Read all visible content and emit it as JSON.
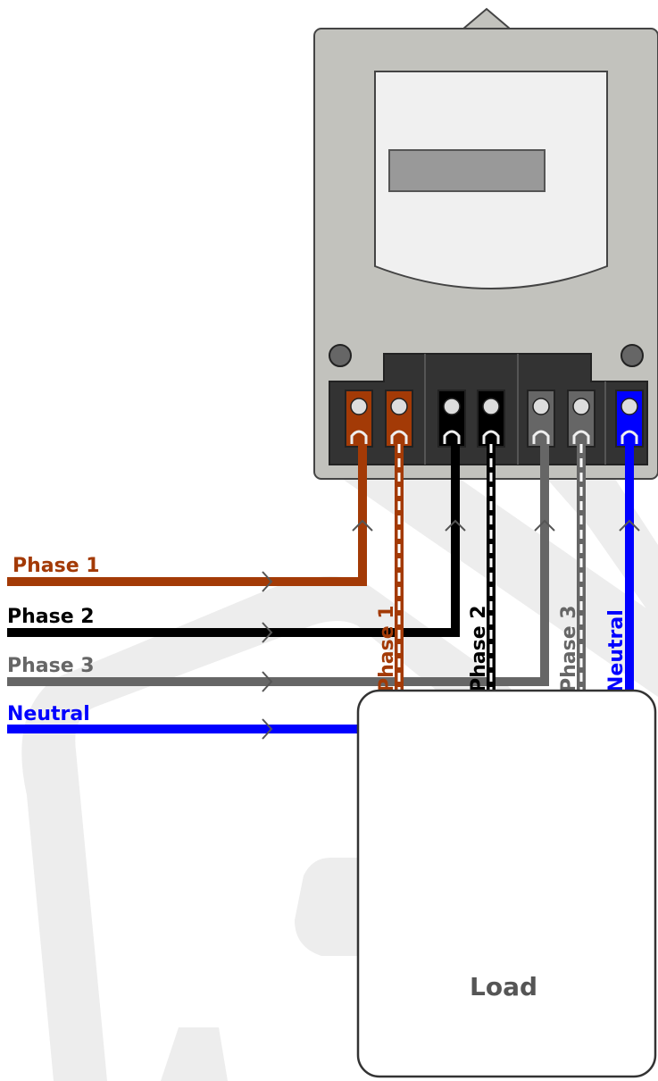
{
  "colors": {
    "phase1": "#a33a06",
    "phase2": "#000000",
    "phase3": "#666666",
    "neutral": "#0000ff",
    "meter_body": "#c2c2bd",
    "terminal_block": "#333333",
    "display": "#999999",
    "watermark": "#ececec"
  },
  "watermark": "DRAFT",
  "input_labels": {
    "phase1": "Phase 1",
    "phase2": "Phase 2",
    "phase3": "Phase 3",
    "neutral": "Neutral"
  },
  "output_labels": {
    "phase1": "Phase 1",
    "phase2": "Phase 2",
    "phase3": "Phase 3",
    "neutral": "Neutral"
  },
  "load": {
    "label": "Load"
  }
}
